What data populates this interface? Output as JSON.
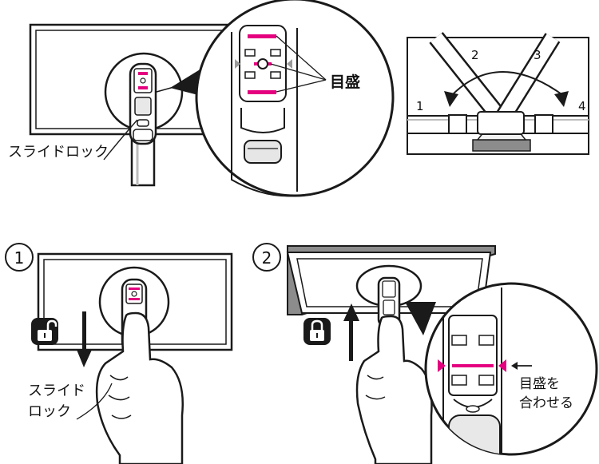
{
  "colors": {
    "ink": "#1a1a1a",
    "pink": "#e5007f",
    "gray": "#bdbdbd",
    "light": "#f2f2f2",
    "shadow": "#8c8c8c"
  },
  "top": {
    "slide_lock_label": "スライドロック",
    "scale_label": "目盛"
  },
  "diagram_right": {
    "numbers": [
      "1",
      "2",
      "3",
      "4"
    ]
  },
  "step1": {
    "number": "①",
    "slide_lock_line1": "スライド",
    "slide_lock_line2": "ロック",
    "lock_icon": "unlocked-padlock-icon"
  },
  "step2": {
    "number": "②",
    "align_line1": "目盛を",
    "align_line2": "合わせる",
    "lock_icon": "locked-padlock-icon"
  }
}
